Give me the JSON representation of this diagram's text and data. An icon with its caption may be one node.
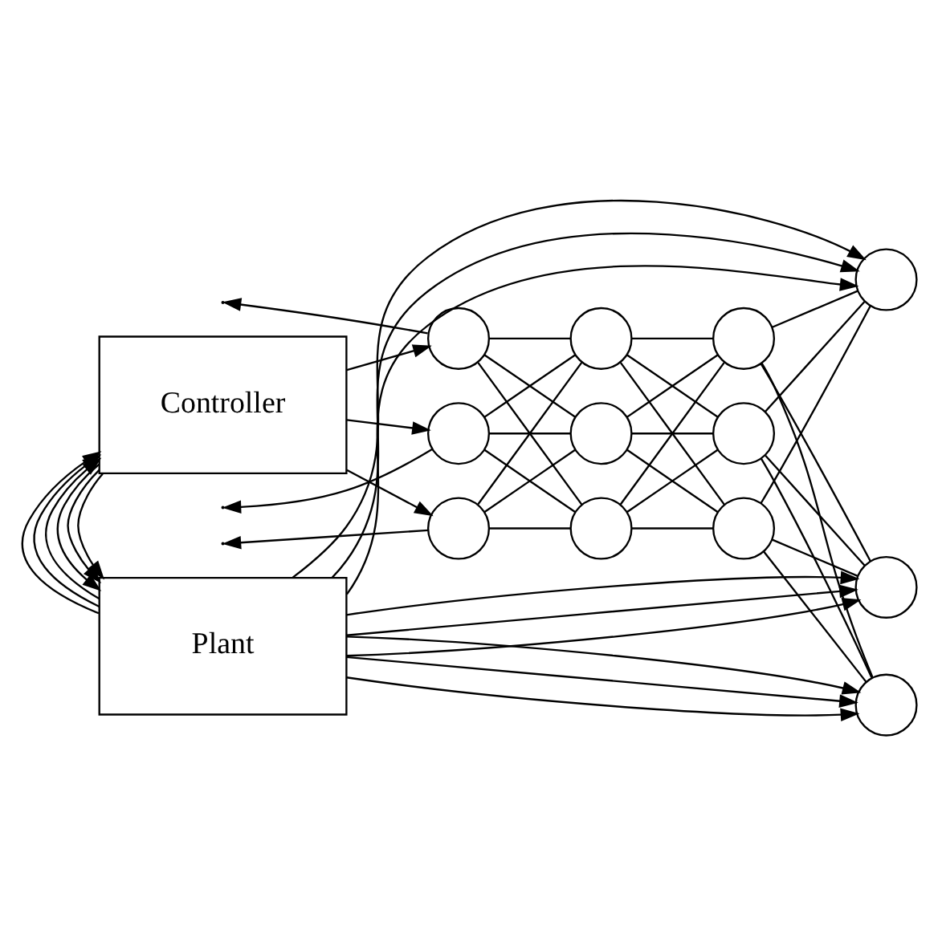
{
  "diagram": {
    "nodes": [
      {
        "text": [
          "Plant"
        ]
      },
      {
        "text": [
          "Controller"
        ]
      },
      {
        "text": [],
        "shape": "circle"
      },
      {
        "text": [],
        "shape": "circle"
      },
      {
        "text": [],
        "shape": "circle"
      },
      {
        "text": [],
        "shape": "circle"
      },
      {
        "text": [],
        "shape": "circle"
      },
      {
        "text": [],
        "shape": "circle"
      },
      {
        "text": [],
        "shape": "circle"
      },
      {
        "text": [],
        "shape": "circle"
      },
      {
        "text": [],
        "shape": "circle"
      },
      {
        "text": [],
        "shape": "circle"
      },
      {
        "text": [],
        "shape": "circle"
      },
      {
        "text": [],
        "shape": "circle"
      }
    ],
    "edges": [
      {
        "from": 1,
        "to": 0,
        "arrow": "to"
      },
      {
        "from": 1,
        "to": 0,
        "arrow": "to"
      },
      {
        "from": 1,
        "to": 0,
        "arrow": "to"
      },
      {
        "from": 0,
        "to": 1,
        "arrow": "to"
      },
      {
        "from": 0,
        "to": 1,
        "arrow": "to"
      },
      {
        "from": 0,
        "to": 1,
        "arrow": "to"
      },
      {
        "from": 1,
        "to": 4,
        "arrow": "to"
      },
      {
        "from": 1,
        "to": 3,
        "arrow": "to"
      },
      {
        "from": 1,
        "to": 2,
        "arrow": "to"
      },
      {
        "from": 0,
        "to": 11,
        "arrow": "to"
      },
      {
        "from": 0,
        "to": 12,
        "arrow": "to"
      },
      {
        "from": 0,
        "to": 13,
        "arrow": "to"
      },
      {
        "from": 0,
        "to": 11,
        "arrow": "to"
      },
      {
        "from": 0,
        "to": 12,
        "arrow": "to"
      },
      {
        "from": 0,
        "to": 13,
        "arrow": "to"
      },
      {
        "from": 0,
        "to": 11,
        "arrow": "to"
      },
      {
        "from": 0,
        "to": 12,
        "arrow": "to"
      },
      {
        "from": 0,
        "to": 13,
        "arrow": "to"
      },
      {
        "from": 2,
        "to": null,
        "arrow": "to"
      },
      {
        "from": 3,
        "to": null,
        "arrow": "to"
      },
      {
        "from": 4,
        "to": null,
        "arrow": "to"
      },
      {
        "from": 2,
        "to": 5,
        "arrow": "none"
      },
      {
        "from": 2,
        "to": 6,
        "arrow": "none"
      },
      {
        "from": 2,
        "to": 7,
        "arrow": "none"
      },
      {
        "from": 3,
        "to": 5,
        "arrow": "none"
      },
      {
        "from": 3,
        "to": 6,
        "arrow": "none"
      },
      {
        "from": 3,
        "to": 7,
        "arrow": "none"
      },
      {
        "from": 4,
        "to": 5,
        "arrow": "none"
      },
      {
        "from": 4,
        "to": 6,
        "arrow": "none"
      },
      {
        "from": 4,
        "to": 7,
        "arrow": "none"
      },
      {
        "from": 5,
        "to": 8,
        "arrow": "none"
      },
      {
        "from": 5,
        "to": 9,
        "arrow": "none"
      },
      {
        "from": 5,
        "to": 10,
        "arrow": "none"
      },
      {
        "from": 6,
        "to": 8,
        "arrow": "none"
      },
      {
        "from": 6,
        "to": 9,
        "arrow": "none"
      },
      {
        "from": 6,
        "to": 10,
        "arrow": "none"
      },
      {
        "from": 7,
        "to": 8,
        "arrow": "none"
      },
      {
        "from": 7,
        "to": 9,
        "arrow": "none"
      },
      {
        "from": 7,
        "to": 10,
        "arrow": "none"
      },
      {
        "from": 8,
        "to": 11,
        "arrow": "none"
      },
      {
        "from": 8,
        "to": 12,
        "arrow": "none"
      },
      {
        "from": 8,
        "to": 13,
        "arrow": "none"
      },
      {
        "from": 9,
        "to": 11,
        "arrow": "none"
      },
      {
        "from": 9,
        "to": 12,
        "arrow": "none"
      },
      {
        "from": 9,
        "to": 13,
        "arrow": "none"
      },
      {
        "from": 10,
        "to": 11,
        "arrow": "none"
      },
      {
        "from": 10,
        "to": 12,
        "arrow": "none"
      },
      {
        "from": 10,
        "to": 13,
        "arrow": "none"
      }
    ]
  }
}
